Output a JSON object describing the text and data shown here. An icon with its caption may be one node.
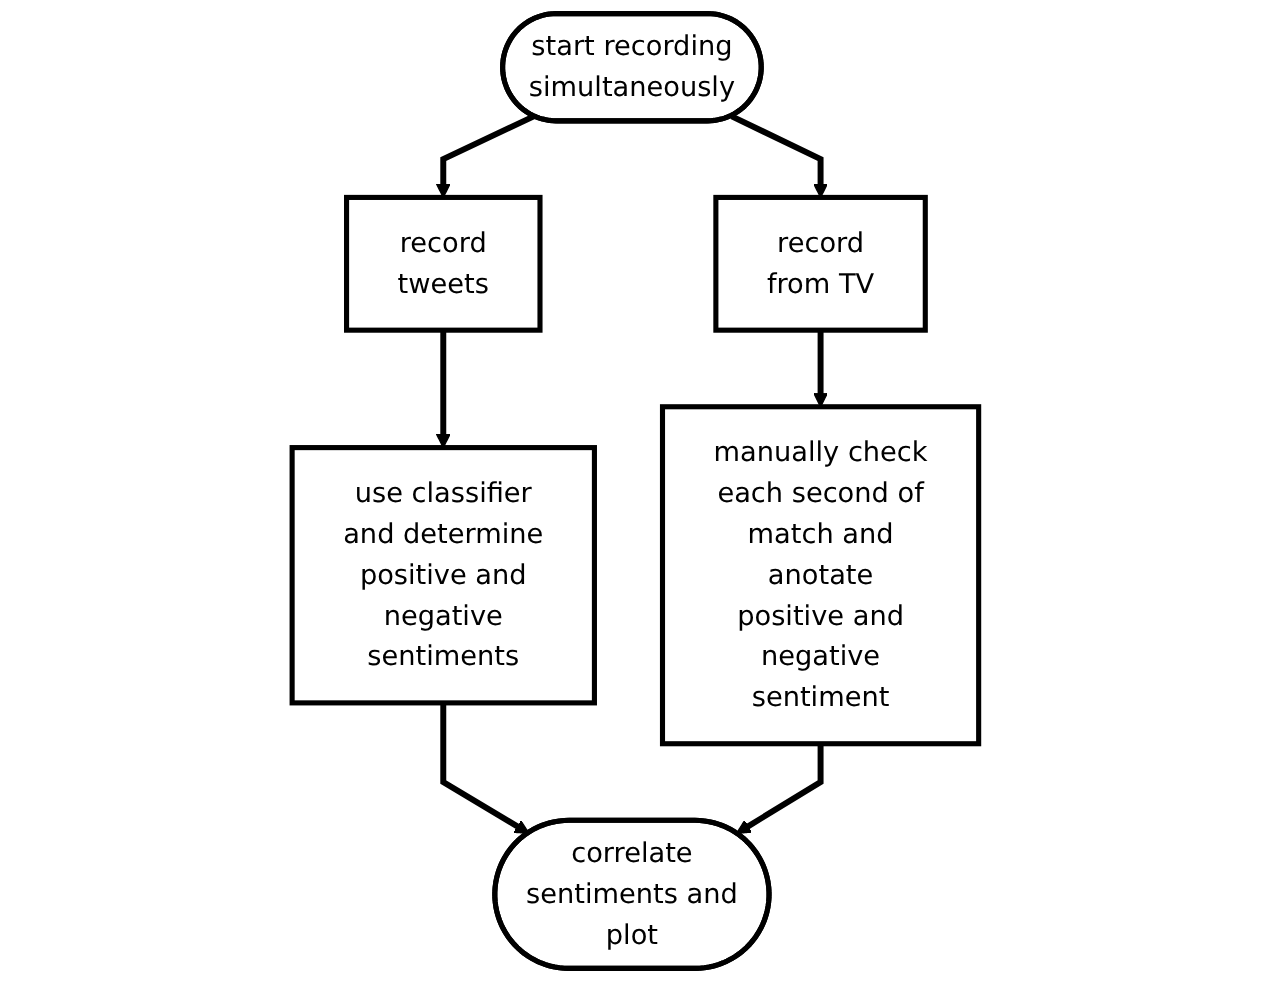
{
  "diagram": {
    "nodes": [
      {
        "text": [
          "start recording simultaneously"
        ]
      },
      {
        "text": [
          "record tweets"
        ]
      },
      {
        "text": [
          "record from TV"
        ]
      },
      {
        "text": [
          "use classifier and determine positive and negative sentiments"
        ]
      },
      {
        "text": [
          "manually check each second of match and anotate positive and negative sentiment"
        ]
      },
      {
        "text": [
          "correlate sentiments and plot"
        ]
      }
    ],
    "edges": [
      {
        "from": 0,
        "to": 1,
        "arrow": "to"
      },
      {
        "from": 0,
        "to": 2,
        "arrow": "to"
      },
      {
        "from": 1,
        "to": 3,
        "arrow": "to"
      },
      {
        "from": 2,
        "to": 4,
        "arrow": "to"
      },
      {
        "from": 3,
        "to": 5,
        "arrow": "to"
      },
      {
        "from": 4,
        "to": 5,
        "arrow": "to"
      }
    ]
  }
}
